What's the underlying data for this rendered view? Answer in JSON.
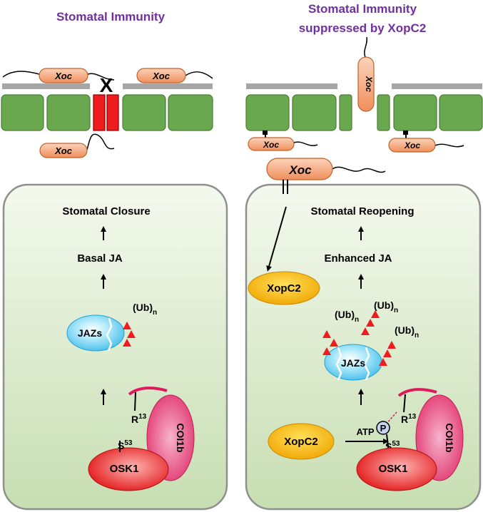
{
  "left": {
    "title": "Stomatal Immunity",
    "block_mark": "X",
    "xoc_label": "Xoc",
    "closure_label": "Stomatal Closure",
    "ja_label": "Basal JA",
    "jazs_label": "JAZs",
    "ub_base": "(Ub)",
    "ub_sub": "n",
    "r_label": "R",
    "r_sup": "13",
    "s_label": "S",
    "s_sup": "53",
    "coi1b_label": "COI1b",
    "osk1_label": "OSK1"
  },
  "right": {
    "title_line1": "Stomatal Immunity",
    "title_line2": "suppressed by XopC2",
    "xoc_label": "Xoc",
    "reopening_label": "Stomatal Reopening",
    "ja_label": "Enhanced JA",
    "xopc2_label": "XopC2",
    "jazs_label": "JAZs",
    "ub_base": "(Ub)",
    "ub_sub": "n",
    "atp_label": "ATP",
    "p_label": "P",
    "r_label": "R",
    "r_sup": "13",
    "s_label": "S",
    "s_sup": "53",
    "coi1b_label": "COI1b",
    "osk1_label": "OSK1"
  },
  "colors": {
    "title": "#7030a0",
    "cell_green": "#6aa84f",
    "guard_red": "#ee1c1c",
    "xoc_orange": "#f4a477",
    "xopc2_yellow": "#f5b800",
    "jazs_blue": "#6fd0f0",
    "coi1b_pink": "#e8487a",
    "osk1_red": "#e8282a",
    "cell_panel": "#d8e9c8",
    "membrane_gray": "#a6a6a6"
  }
}
